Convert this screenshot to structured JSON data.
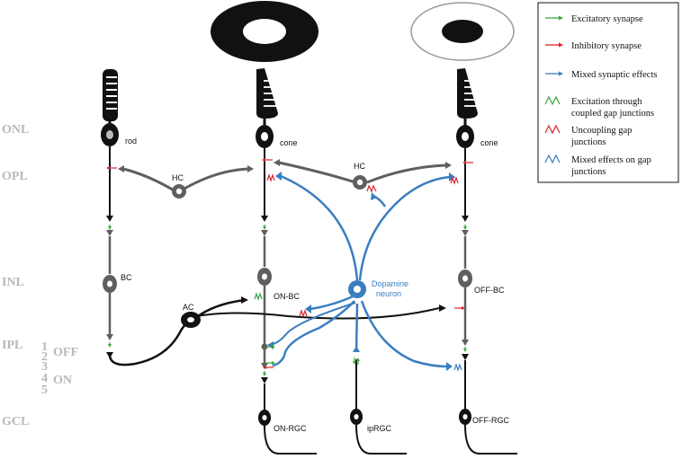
{
  "colors": {
    "excitatory": "#3aa63a",
    "inhibitory": "#d8262b",
    "mixed": "#3a7ec0",
    "cell_gray": "#5f5f5f",
    "cell_black": "#000000",
    "layer_label": "#b8b8b8"
  },
  "layers": {
    "onl": "ONL",
    "opl": "OPL",
    "inl": "INL",
    "ipl": "IPL",
    "gcl": "GCL",
    "sublaminae": [
      "1",
      "2",
      "3",
      "4",
      "5"
    ],
    "off": "OFF",
    "on": "ON"
  },
  "cells": {
    "rod": "rod",
    "cone_on": "cone",
    "cone_off": "cone",
    "hc_left": "HC",
    "hc_right": "HC",
    "bc": "BC",
    "on_bc": "ON-BC",
    "off_bc": "OFF-BC",
    "ac": "AC",
    "dopamine_line1": "Dopamine",
    "dopamine_line2": "neuron",
    "on_rgc": "ON-RGC",
    "iprgc": "ipRGC",
    "off_rgc": "OFF-RGC"
  },
  "legend": [
    {
      "symbol": "arrow",
      "color": "excitatory",
      "lines": [
        "Excitatory synapse"
      ]
    },
    {
      "symbol": "arrow",
      "color": "inhibitory",
      "lines": [
        "Inhibitory synapse"
      ]
    },
    {
      "symbol": "arrow",
      "color": "mixed",
      "lines": [
        "Mixed synaptic effects"
      ]
    },
    {
      "symbol": "zigzag",
      "color": "excitatory",
      "lines": [
        "Excitation through",
        "coupled gap junctions"
      ]
    },
    {
      "symbol": "zigzag",
      "color": "inhibitory",
      "lines": [
        "Uncoupling gap",
        "junctions"
      ]
    },
    {
      "symbol": "zigzag",
      "color": "mixed",
      "lines": [
        "Mixed effects on gap",
        "junctions"
      ]
    }
  ]
}
